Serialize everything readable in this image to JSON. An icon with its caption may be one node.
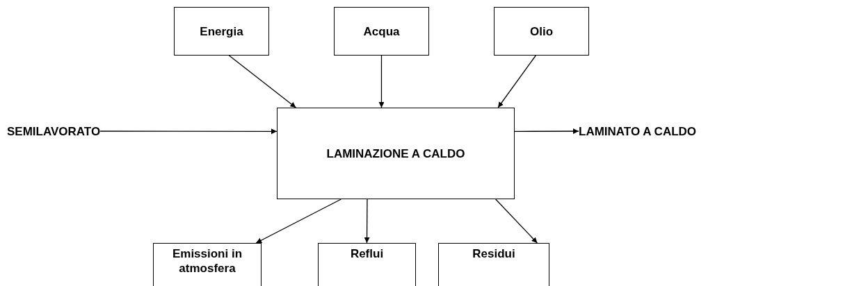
{
  "diagram": {
    "nodes": [
      {
        "text": [
          "Energia"
        ]
      },
      {
        "text": [
          "Acqua"
        ]
      },
      {
        "text": [
          "Olio"
        ]
      },
      {
        "text": [
          "SEMILAVORATO"
        ]
      },
      {
        "text": [
          "LAMINAZIONE A CALDO"
        ]
      },
      {
        "text": [
          "LAMINATO A CALDO"
        ]
      },
      {
        "text": [
          "Emissioni in atmosfera"
        ]
      },
      {
        "text": [
          "Reflui"
        ]
      },
      {
        "text": [
          "Residui"
        ]
      }
    ],
    "edges": [
      {
        "from": 0,
        "to": 4,
        "arrow": "to"
      },
      {
        "from": 1,
        "to": 4,
        "arrow": "to"
      },
      {
        "from": 2,
        "to": 4,
        "arrow": "to"
      },
      {
        "from": 3,
        "to": 4,
        "arrow": "to"
      },
      {
        "from": 4,
        "to": 5,
        "arrow": "to"
      },
      {
        "from": 4,
        "to": 6,
        "arrow": "to"
      },
      {
        "from": 4,
        "to": 7,
        "arrow": "to"
      },
      {
        "from": 4,
        "to": 8,
        "arrow": "to"
      }
    ]
  }
}
